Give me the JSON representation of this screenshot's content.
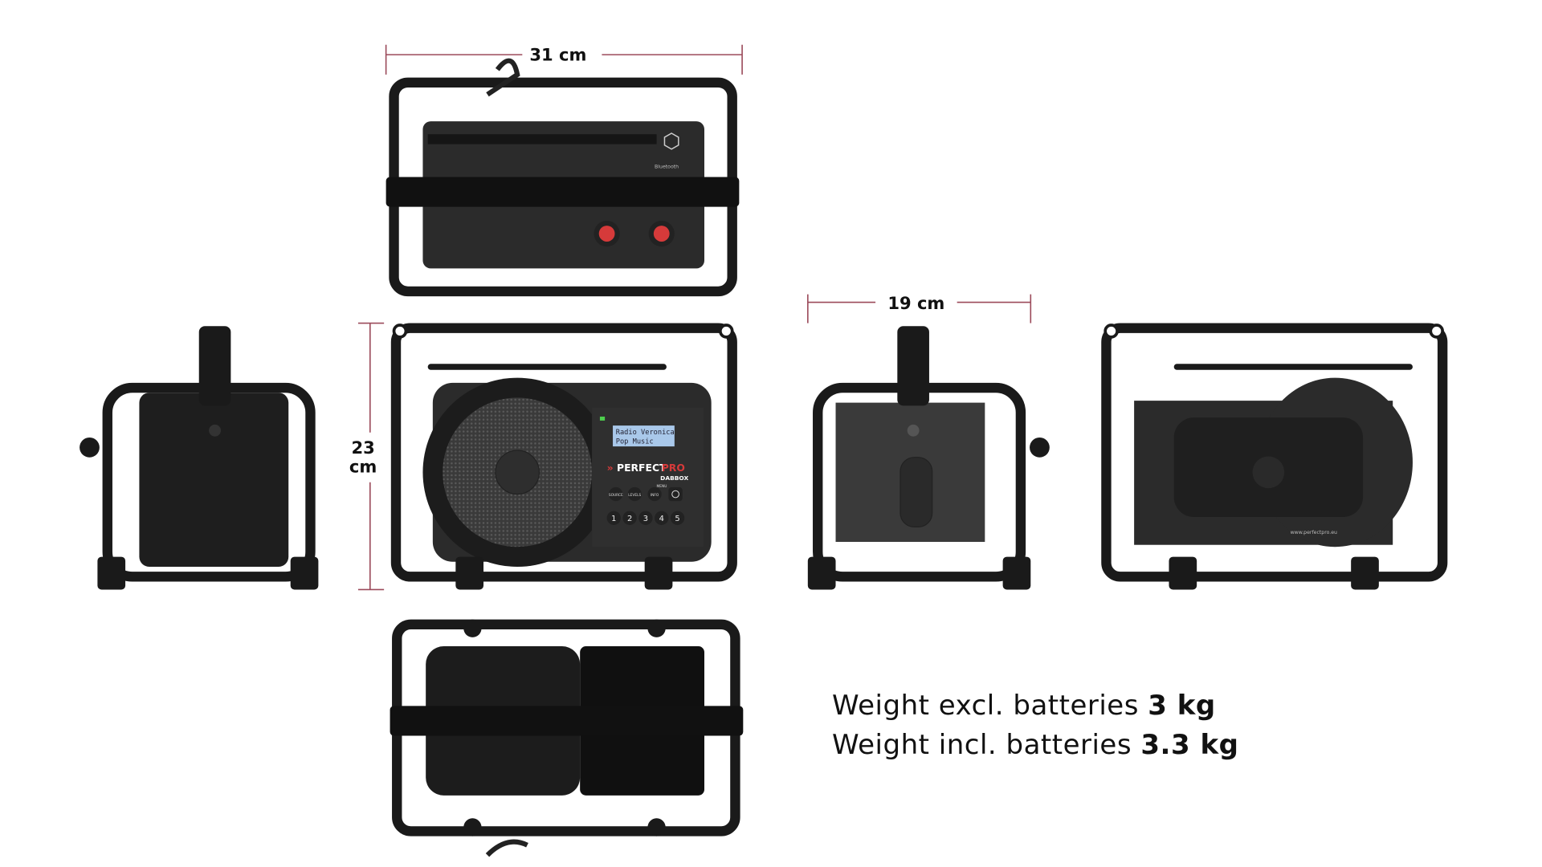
{
  "dimensions": {
    "width": "31 cm",
    "height_value": "23",
    "height_unit": "cm",
    "depth": "19 cm"
  },
  "device": {
    "display_line1": "Radio Veronica",
    "display_line2": "Pop Music",
    "brand_prefix": "PERFECT",
    "brand_suffix": "PRO",
    "model": "DABBOX",
    "buttons": [
      "SOURCE",
      "LEVELS",
      "INFO"
    ],
    "menu_label": "MENU",
    "presets": [
      "1",
      "2",
      "3",
      "4",
      "5"
    ],
    "back_url": "www.perfectpro.eu",
    "top_labels": "Bluetooth",
    "colors": {
      "frame": "#1a1a1a",
      "body": "#2b2b2b",
      "accent": "#d63a3a",
      "display": "#a9c8ea",
      "dim_line": "#9b4a5a"
    }
  },
  "weights": [
    {
      "label": "Weight excl. batteries",
      "value": "3 kg"
    },
    {
      "label": "Weight incl. batteries",
      "value": "3.3 kg"
    }
  ]
}
